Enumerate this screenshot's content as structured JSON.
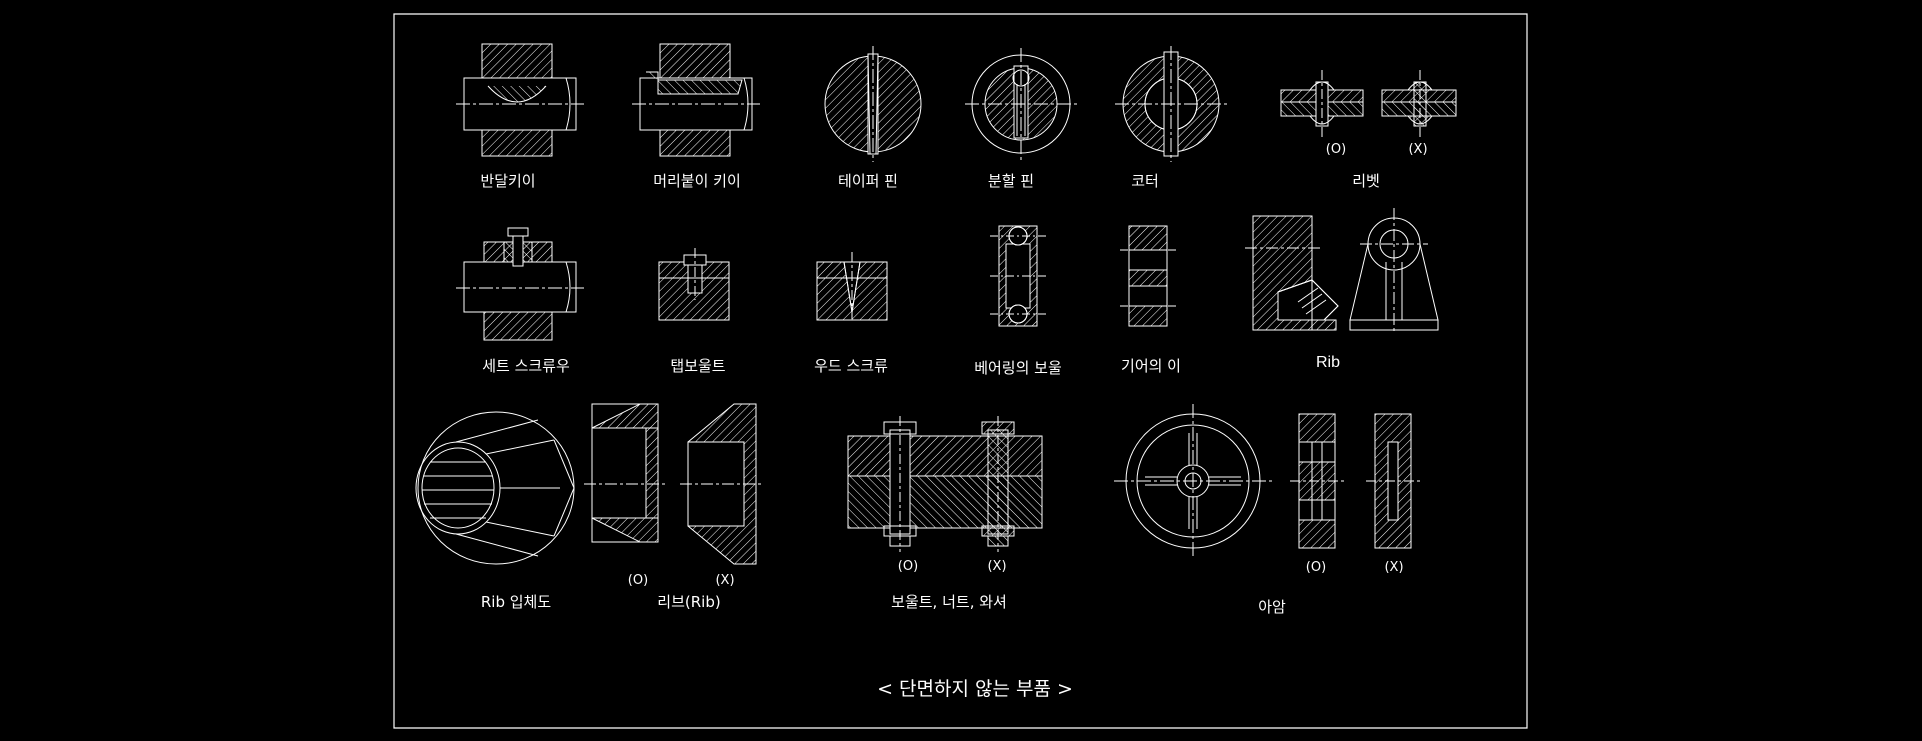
{
  "title": "< 단면하지 않는 부품 >",
  "labels": {
    "half_key": "반달키이",
    "head_key": "머리붙이 키이",
    "taper_pin": "테이퍼 핀",
    "split_pin": "분할 핀",
    "cotter": "코터",
    "rivet": "리벳",
    "set_screw": "세트 스크류우",
    "tap_bolt": "탭보울트",
    "wood_screw": "우드 스크류",
    "bearing_ball": "베어링의 보울",
    "gear_tooth": "기어의 이",
    "rib": "Rib",
    "rib_3d": "Rib 입체도",
    "rib_section": "리브(Rib)",
    "bolt_nut": "보울트, 너트, 와셔",
    "arm": "아암"
  },
  "marks": {
    "rivet_o": "(O)",
    "rivet_x": "(X)",
    "rib_o": "(O)",
    "rib_x": "(X)",
    "bolt_o": "(O)",
    "bolt_x": "(X)",
    "arm_o": "(O)",
    "arm_x": "(X)"
  },
  "colors": {
    "background": "#000000",
    "line": "#ffffff"
  }
}
